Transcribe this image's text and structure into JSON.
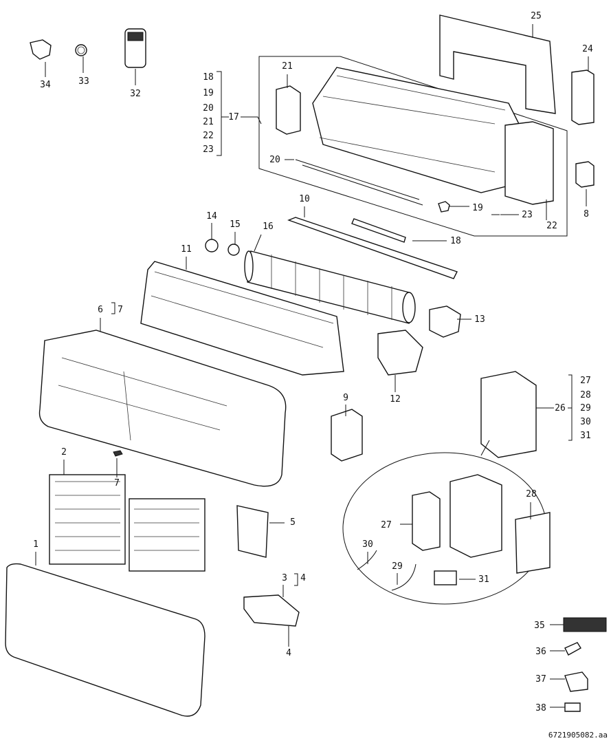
{
  "diagram": {
    "title": "Exploded parts view - air conditioner indoor unit",
    "document_code": "6721905082.aa",
    "callouts": [
      "34",
      "33",
      "32",
      "18",
      "19",
      "20",
      "21",
      "22",
      "23",
      "17",
      "21",
      "20",
      "25",
      "24",
      "19",
      "23",
      "22",
      "8",
      "10",
      "18",
      "14",
      "15",
      "16",
      "11",
      "6",
      "7",
      "13",
      "12",
      "9",
      "26",
      "27",
      "28",
      "29",
      "30",
      "31",
      "2",
      "7",
      "5",
      "28",
      "27",
      "30",
      "29",
      "31",
      "3",
      "4",
      "1",
      "4",
      "35",
      "36",
      "37",
      "38"
    ]
  }
}
